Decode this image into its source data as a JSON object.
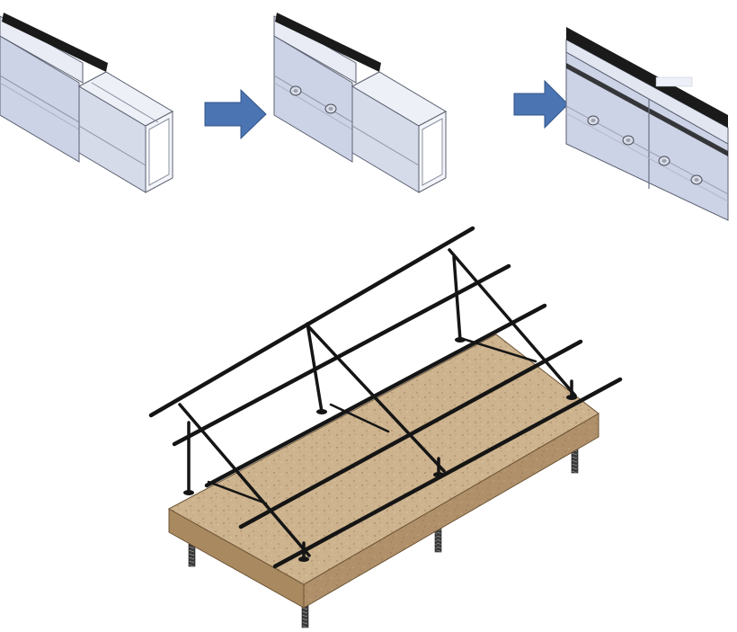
{
  "colors": {
    "rail_face": "#cdd3e6",
    "rail_face_light": "#e2e6f1",
    "rail_top": "#eef0f7",
    "rail_edge": "#5a6070",
    "seal": "#1a1a1a",
    "arrow_fill": "#4a74b2",
    "arrow_edge": "#33558a",
    "bolt_fill": "#d9dce6",
    "frame": "#151515",
    "base_top": "#cdb38e",
    "base_side": "#b89a72",
    "base_front": "#a9895f",
    "screw": "#2b2b2b",
    "background": "#ffffff"
  },
  "steps": [
    {
      "name": "rail-step-1-unjoined",
      "bolts": 0
    },
    {
      "name": "rail-step-2-bolted-end",
      "bolts": 2
    },
    {
      "name": "rail-step-3-spliced",
      "bolts": 4
    }
  ],
  "arrows": [
    {
      "name": "arrow-right-icon"
    },
    {
      "name": "arrow-right-icon"
    }
  ],
  "assembly": {
    "rail_count": 5,
    "support_legs": 3,
    "ground_screws": 4
  }
}
